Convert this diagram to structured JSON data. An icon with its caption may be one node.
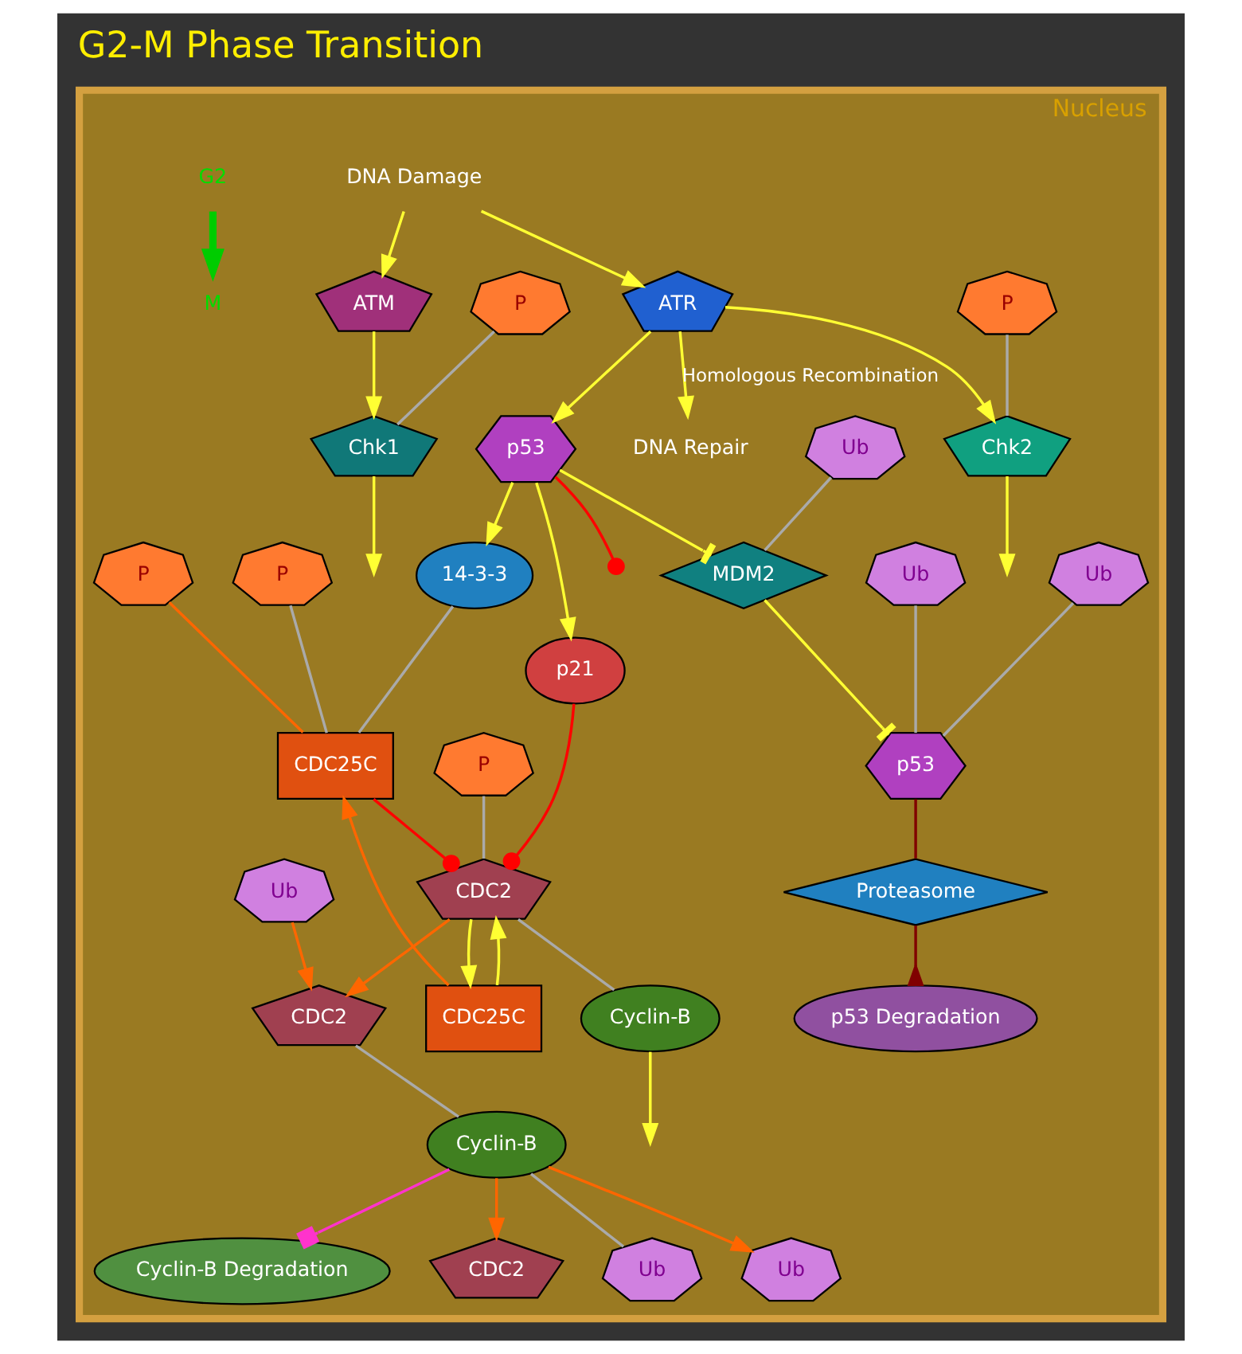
{
  "diagram": {
    "title": "G2-M Phase Transition",
    "nodes": [
      {
        "text": [
          "Nucleus"
        ]
      },
      {
        "text": [
          "DNA Damage"
        ],
        "in": 0
      },
      {
        "text": [
          "ATR"
        ],
        "in": 0
      },
      {
        "text": [
          "ATM"
        ],
        "in": 0
      },
      {
        "text": [
          "DNA Repair"
        ],
        "in": 0
      },
      {
        "text": [
          "p53"
        ],
        "in": 0
      },
      {
        "text": [
          "Chk2"
        ],
        "in": 0
      },
      {
        "text": [
          "P"
        ],
        "in": 0
      },
      {
        "text": [
          "Chk1"
        ],
        "in": 0
      },
      {
        "text": [
          "P"
        ],
        "in": 0
      },
      {
        "text": [
          "Ub"
        ],
        "in": 0
      },
      {
        "text": [
          "MDM2"
        ],
        "in": 0
      },
      {
        "text": [
          "Ub"
        ],
        "in": 0
      },
      {
        "text": [
          "p53"
        ],
        "in": 0
      },
      {
        "text": [
          "Ub"
        ],
        "in": 0
      },
      {
        "text": [
          "Proteasome"
        ],
        "in": 0
      },
      {
        "text": [
          "p53 Degradation"
        ],
        "in": 0
      },
      {
        "text": [
          "14-3-3"
        ],
        "in": 0
      },
      {
        "text": [
          "P"
        ],
        "in": 0
      },
      {
        "text": [
          "p21"
        ],
        "in": 0
      },
      {
        "text": [
          "CDC25C"
        ],
        "in": 0
      },
      {
        "text": [
          "CDC25C"
        ],
        "in": 0
      },
      {
        "text": [
          "P"
        ],
        "in": 0
      },
      {
        "text": [
          "Cyclin-B Degradation"
        ],
        "in": 0
      },
      {
        "text": [
          "P"
        ],
        "in": 0
      },
      {
        "text": [
          "CDC2"
        ],
        "in": 0
      },
      {
        "text": [
          "CDC2"
        ],
        "in": 0
      },
      {
        "text": [
          "CDC2"
        ],
        "in": 0
      },
      {
        "text": [
          "Cyclin-B"
        ],
        "in": 0
      },
      {
        "text": [
          "Cyclin-B"
        ],
        "in": 0
      },
      {
        "text": [
          "Ub"
        ],
        "in": 0
      },
      {
        "text": [
          "Ub"
        ],
        "in": 0
      },
      {
        "text": [
          "Ub"
        ],
        "in": 0
      },
      {
        "text": [
          "G2"
        ],
        "in": 0
      },
      {
        "text": [
          "M"
        ],
        "in": 0
      }
    ],
    "edges": [
      {
        "from": 1,
        "to": 2,
        "arrow": "to"
      },
      {
        "from": 1,
        "to": 3,
        "arrow": "to"
      },
      {
        "from": 2,
        "to": 4,
        "arrow": "to",
        "label": "Homologous Recombination"
      },
      {
        "from": 2,
        "to": 5,
        "arrow": "to"
      },
      {
        "from": 2,
        "to": 6,
        "arrow": "to"
      },
      {
        "from": 3,
        "to": 8,
        "arrow": "to"
      },
      {
        "from": 7,
        "to": 6,
        "arrow": "none",
        "color": "#aaaaaa"
      },
      {
        "from": 9,
        "to": 8,
        "arrow": "none",
        "color": "#aaaaaa"
      },
      {
        "from": 5,
        "to": 11,
        "arrow": "other"
      },
      {
        "from": 10,
        "to": 11,
        "arrow": "none",
        "color": "#aaaaaa"
      },
      {
        "from": 11,
        "to": 13,
        "arrow": "other"
      },
      {
        "from": 12,
        "to": 13,
        "arrow": "none",
        "color": "#aaaaaa"
      },
      {
        "from": 14,
        "to": 13,
        "arrow": "none",
        "color": "#aaaaaa"
      },
      {
        "from": 13,
        "to": 15,
        "arrow": "none",
        "color": "#800000"
      },
      {
        "from": 15,
        "to": 16,
        "arrow": "other",
        "color": "#800000"
      },
      {
        "from": 5,
        "to": 19,
        "arrow": "to"
      },
      {
        "from": 5,
        "to": 17,
        "arrow": "to"
      },
      {
        "from": 5,
        "to": null,
        "arrow": "other",
        "color": "#ff0000"
      },
      {
        "from": 6,
        "to": null,
        "arrow": "to"
      },
      {
        "from": 8,
        "to": null,
        "arrow": "to"
      },
      {
        "from": 17,
        "to": 20,
        "arrow": "none",
        "color": "#aaaaaa"
      },
      {
        "from": 18,
        "to": 20,
        "arrow": "none",
        "color": "#aaaaaa"
      },
      {
        "from": 21,
        "to": 20,
        "arrow": "to",
        "color": "#ff6600"
      },
      {
        "from": 22,
        "to": 20,
        "arrow": "none",
        "color": "#ff6600"
      },
      {
        "from": 21,
        "to": 25,
        "arrow": "to"
      },
      {
        "from": 25,
        "to": 21,
        "arrow": "to"
      },
      {
        "from": 20,
        "to": 25,
        "arrow": "other",
        "color": "#ff0000"
      },
      {
        "from": 19,
        "to": 25,
        "arrow": "other",
        "color": "#ff0000"
      },
      {
        "from": 24,
        "to": 25,
        "arrow": "none",
        "color": "#aaaaaa"
      },
      {
        "from": 25,
        "to": 28,
        "arrow": "none",
        "color": "#aaaaaa"
      },
      {
        "from": 25,
        "to": 26,
        "arrow": "to",
        "color": "#ff6600"
      },
      {
        "from": 32,
        "to": 26,
        "arrow": "to",
        "color": "#ff6600"
      },
      {
        "from": 26,
        "to": 29,
        "arrow": "none",
        "color": "#aaaaaa"
      },
      {
        "from": 29,
        "to": 30,
        "arrow": "none",
        "color": "#aaaaaa"
      },
      {
        "from": 29,
        "to": 23,
        "arrow": "other",
        "color": "#ff33cc"
      },
      {
        "from": 29,
        "to": 27,
        "arrow": "to",
        "color": "#ff6600"
      },
      {
        "from": 29,
        "to": 31,
        "arrow": "to",
        "color": "#ff6600"
      },
      {
        "from": 28,
        "to": null,
        "arrow": "to"
      },
      {
        "from": 33,
        "to": 34,
        "arrow": "to",
        "style": "thick",
        "color": "#00cc00"
      }
    ]
  }
}
